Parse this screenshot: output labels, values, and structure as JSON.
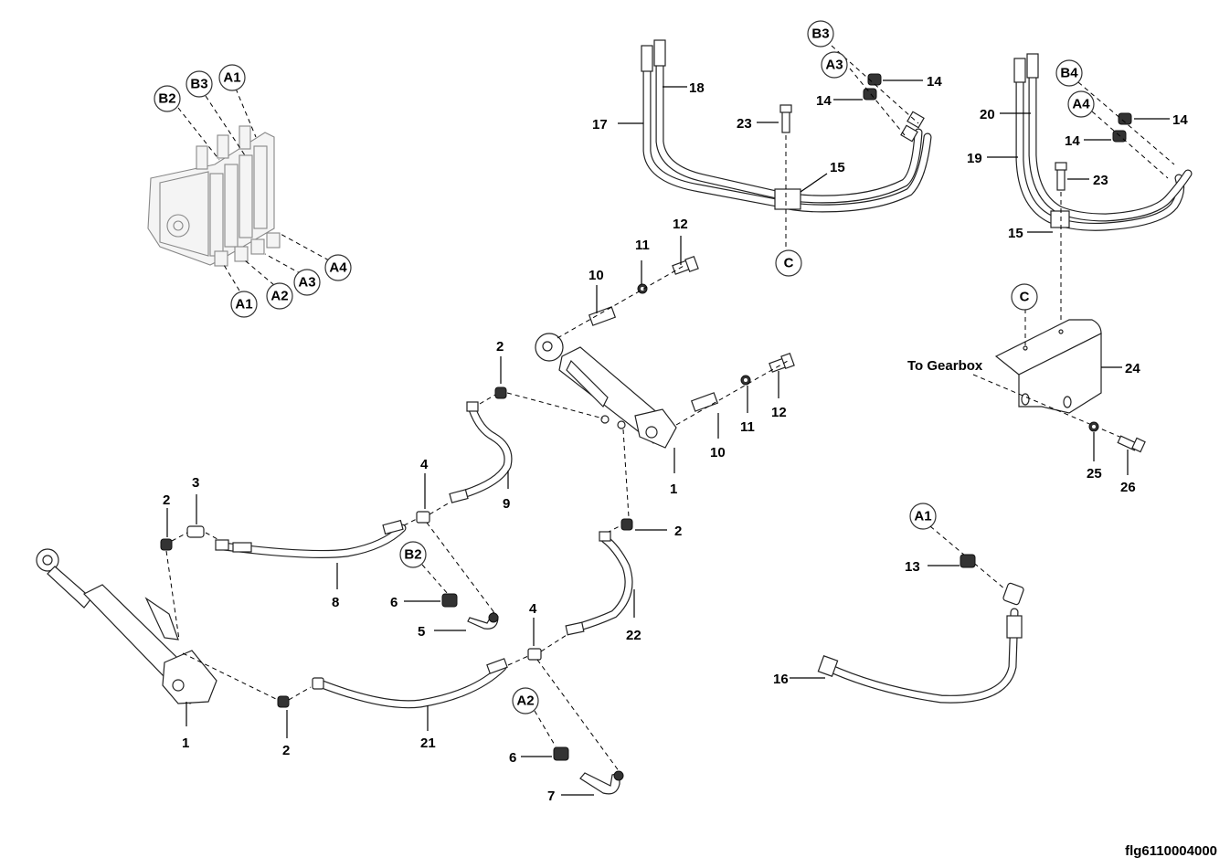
{
  "figure_id": "flg6110004000",
  "to_gearbox_label": "To Gearbox",
  "valve_block_callouts": {
    "top": [
      "B2",
      "B3",
      "A1"
    ],
    "bottom": [
      "A1",
      "A2",
      "A3",
      "A4"
    ]
  },
  "callouts": {
    "b3_top": "B3",
    "a3_top": "A3",
    "b4": "B4",
    "a4": "A4",
    "c_top": "C",
    "c_bracket": "C",
    "b2_mid": "B2",
    "a2_low": "A2",
    "a1_right": "A1"
  },
  "part_labels": {
    "p17": "17",
    "p18": "18",
    "p23a": "23",
    "p15a": "15",
    "p14a": "14",
    "p14b": "14",
    "p20": "20",
    "p19": "19",
    "p23b": "23",
    "p15b": "15",
    "p14c": "14",
    "p14d": "14",
    "p24": "24",
    "p25": "25",
    "p26": "26",
    "p10a": "10",
    "p11a": "11",
    "p12a": "12",
    "p10b": "10",
    "p11b": "11",
    "p12b": "12",
    "p1a": "1",
    "p2a": "2",
    "p9": "9",
    "p4a": "4",
    "p3": "3",
    "p2b": "2",
    "p8": "8",
    "p6a": "6",
    "p5": "5",
    "p2c": "2",
    "p22": "22",
    "p4b": "4",
    "p1b": "1",
    "p2d": "2",
    "p21": "21",
    "p6b": "6",
    "p7": "7",
    "p13": "13",
    "p16": "16"
  }
}
